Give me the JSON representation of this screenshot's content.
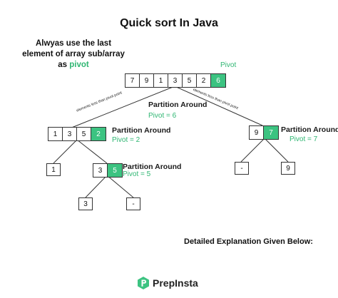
{
  "title": "Quick sort In Java",
  "note": {
    "line1": "Alwyas use the last",
    "line2": "element of array  sub/array",
    "line3_prefix": "as ",
    "line3_pivot": "pivot"
  },
  "colors": {
    "pivot_fill": "#3cc381",
    "pivot_text": "#2fb672",
    "border": "#333333"
  },
  "root": {
    "values": [
      "7",
      "9",
      "1",
      "3",
      "5",
      "2",
      "6"
    ],
    "pivot_index": 6,
    "pivot_label": "Pivot"
  },
  "edge_left_label": "elements less than pivot point",
  "edge_right_label": "elements less than pivot point",
  "root_partition": {
    "label": "Partition Around",
    "pivot": "Pivot = 6"
  },
  "left_array": {
    "values": [
      "1",
      "3",
      "5",
      "2"
    ],
    "pivot_index": 3
  },
  "left_partition": {
    "label": "Partition Around",
    "pivot": "Pivot = 2"
  },
  "right_array": {
    "values": [
      "9",
      "7"
    ],
    "pivot_index": 1
  },
  "right_partition": {
    "label": "Partition Around",
    "pivot": "Pivot = 7"
  },
  "left_left": {
    "value": "1"
  },
  "left_right_array": {
    "values": [
      "3",
      "5"
    ],
    "pivot_index": 1
  },
  "left_right_partition": {
    "label": "Partition Around",
    "pivot": "Pivot = 5"
  },
  "right_left": {
    "value": "-"
  },
  "right_right": {
    "value": "9"
  },
  "ll_left": {
    "value": "3"
  },
  "ll_right": {
    "value": "-"
  },
  "detail_text": "Detailed Explanation Given Below:",
  "brand": {
    "name": "PrepInsta"
  }
}
